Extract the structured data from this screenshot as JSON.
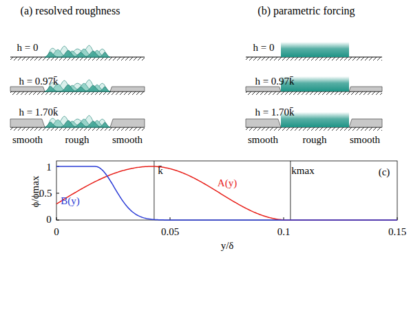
{
  "diagram": {
    "labels": [
      "(a) resolved roughness",
      "(b) parametric forcing",
      "h = 0",
      "h = 0.97k̄",
      "h = 1.70k̄",
      "smooth",
      "rough",
      "smooth",
      "h = 0",
      "h = 0.97k̄",
      "h = 1.70k̄",
      "smooth",
      "rough",
      "smooth",
      "ϕ/ϕmax",
      "1",
      "0.5",
      "0",
      "0",
      "0.05",
      "0.1",
      "0.15",
      "y/δ",
      "B(y)",
      "A(y)",
      "k̄",
      "kmax",
      "(c)"
    ]
  }
}
